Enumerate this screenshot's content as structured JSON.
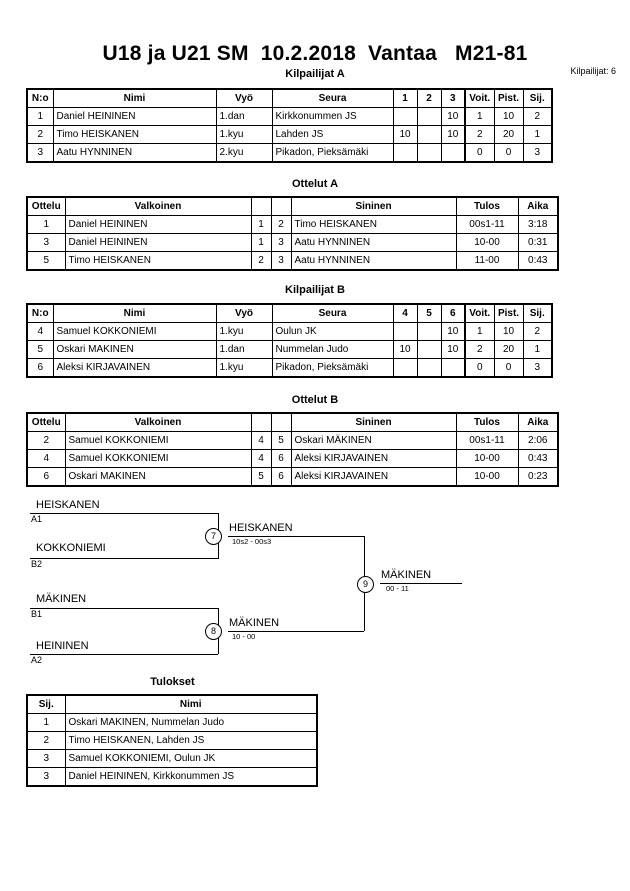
{
  "header": {
    "title": "U18 ja U21 SM  10.2.2018  Vantaa   M21-81",
    "entrant_count_label": "Kilpailijat: 6"
  },
  "pool_a": {
    "heading": "Kilpailijat A",
    "columns": [
      "N:o",
      "Nimi",
      "Vyö",
      "Seura",
      "1",
      "2",
      "3",
      "Voit.",
      "Pist.",
      "Sij."
    ],
    "rows": [
      {
        "no": "1",
        "name": "Daniel HEININEN",
        "belt": "1.dan",
        "club": "Kirkkonummen JS",
        "m1": "",
        "m2": "",
        "m3": "10",
        "wins": "1",
        "points": "10",
        "rank": "2"
      },
      {
        "no": "2",
        "name": "Timo HEISKANEN",
        "belt": "1.kyu",
        "club": "Lahden JS",
        "m1": "10",
        "m2": "",
        "m3": "10",
        "wins": "2",
        "points": "20",
        "rank": "1"
      },
      {
        "no": "3",
        "name": "Aatu HYNNINEN",
        "belt": "2.kyu",
        "club": "Pikadon, Pieksämäki",
        "m1": "",
        "m2": "",
        "m3": "",
        "wins": "0",
        "points": "0",
        "rank": "3"
      }
    ]
  },
  "matches_a": {
    "heading": "Ottelut A",
    "columns": [
      "Ottelu",
      "Valkoinen",
      "",
      "",
      "Sininen",
      "Tulos",
      "Aika"
    ],
    "rows": [
      {
        "no": "1",
        "white": "Daniel HEININEN",
        "wn": "1",
        "bn": "2",
        "blue": "Timo HEISKANEN",
        "result": "00s1-11",
        "time": "3:18"
      },
      {
        "no": "3",
        "white": "Daniel HEININEN",
        "wn": "1",
        "bn": "3",
        "blue": "Aatu HYNNINEN",
        "result": "10-00",
        "time": "0:31"
      },
      {
        "no": "5",
        "white": "Timo HEISKANEN",
        "wn": "2",
        "bn": "3",
        "blue": "Aatu HYNNINEN",
        "result": "11-00",
        "time": "0:43"
      }
    ]
  },
  "pool_b": {
    "heading": "Kilpailijat B",
    "columns": [
      "N:o",
      "Nimi",
      "Vyö",
      "Seura",
      "4",
      "5",
      "6",
      "Voit.",
      "Pist.",
      "Sij."
    ],
    "rows": [
      {
        "no": "4",
        "name": "Samuel KOKKONIEMI",
        "belt": "1.kyu",
        "club": "Oulun JK",
        "m1": "",
        "m2": "",
        "m3": "10",
        "wins": "1",
        "points": "10",
        "rank": "2"
      },
      {
        "no": "5",
        "name": "Oskari MAKINEN",
        "belt": "1.dan",
        "club": "Nummelan Judo",
        "m1": "10",
        "m2": "",
        "m3": "10",
        "wins": "2",
        "points": "20",
        "rank": "1"
      },
      {
        "no": "6",
        "name": "Aleksi KIRJAVAINEN",
        "belt": "1.kyu",
        "club": "Pikadon, Pieksämäki",
        "m1": "",
        "m2": "",
        "m3": "",
        "wins": "0",
        "points": "0",
        "rank": "3"
      }
    ]
  },
  "matches_b": {
    "heading": "Ottelut B",
    "columns": [
      "Ottelu",
      "Valkoinen",
      "",
      "",
      "Sininen",
      "Tulos",
      "Aika"
    ],
    "rows": [
      {
        "no": "2",
        "white": "Samuel KOKKONIEMI",
        "wn": "4",
        "bn": "5",
        "blue": "Oskari MÄKINEN",
        "result": "00s1-11",
        "time": "2:06"
      },
      {
        "no": "4",
        "white": "Samuel KOKKONIEMI",
        "wn": "4",
        "bn": "6",
        "blue": "Aleksi KIRJAVAINEN",
        "result": "10-00",
        "time": "0:43"
      },
      {
        "no": "6",
        "white": "Oskari MAKINEN",
        "wn": "5",
        "bn": "6",
        "blue": "Aleksi KIRJAVAINEN",
        "result": "10-00",
        "time": "0:23"
      }
    ]
  },
  "bracket": {
    "entries": [
      {
        "name": "HEISKANEN",
        "seed": "A1"
      },
      {
        "name": "KOKKONIEMI",
        "seed": "B2"
      },
      {
        "name": "MÄKINEN",
        "seed": "B1"
      },
      {
        "name": "HEININEN",
        "seed": "A2"
      }
    ],
    "semifinal_top": {
      "node": "7",
      "winner": "HEISKANEN",
      "score": "10s2 - 00s3"
    },
    "semifinal_bottom": {
      "node": "8",
      "winner": "MÄKINEN",
      "score": "10 - 00"
    },
    "final": {
      "node": "9",
      "winner": "MÄKINEN",
      "score": "00 - 11"
    }
  },
  "results": {
    "heading": "Tulokset",
    "columns": [
      "Sij.",
      "Nimi"
    ],
    "rows": [
      {
        "rank": "1",
        "name": "Oskari MAKINEN, Nummelan Judo"
      },
      {
        "rank": "2",
        "name": "Timo HEISKANEN, Lahden JS"
      },
      {
        "rank": "3",
        "name": "Samuel KOKKONIEMI, Oulun JK"
      },
      {
        "rank": "3",
        "name": "Daniel HEININEN, Kirkkonummen JS"
      }
    ]
  }
}
